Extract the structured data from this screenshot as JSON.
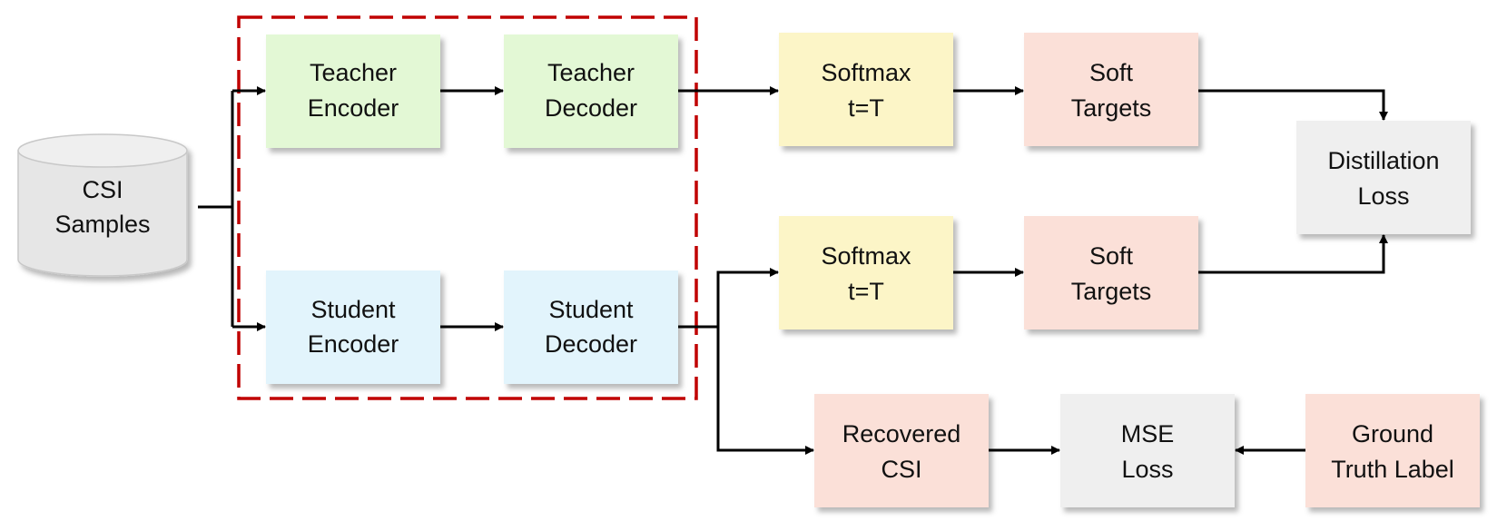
{
  "colors": {
    "teacher": "#e3f8d5",
    "student": "#e2f4fc",
    "softmax": "#fcf5c7",
    "target": "#fbe0d8",
    "loss": "#efefef",
    "cylinder": "#e6e6e6",
    "group_border": "#c00000"
  },
  "nodes": {
    "csi_samples": {
      "line1": "CSI",
      "line2": "Samples"
    },
    "teacher_encoder": {
      "line1": "Teacher",
      "line2": "Encoder"
    },
    "teacher_decoder": {
      "line1": "Teacher",
      "line2": "Decoder"
    },
    "student_encoder": {
      "line1": "Student",
      "line2": "Encoder"
    },
    "student_decoder": {
      "line1": "Student",
      "line2": "Decoder"
    },
    "softmax_top": {
      "line1": "Softmax",
      "line2": "t=T"
    },
    "softmax_bottom": {
      "line1": "Softmax",
      "line2": "t=T"
    },
    "soft_targets_top": {
      "line1": "Soft",
      "line2": "Targets"
    },
    "soft_targets_bottom": {
      "line1": "Soft",
      "line2": "Targets"
    },
    "distillation_loss": {
      "line1": "Distillation",
      "line2": "Loss"
    },
    "recovered_csi": {
      "line1": "Recovered",
      "line2": "CSI"
    },
    "mse_loss": {
      "line1": "MSE",
      "line2": "Loss"
    },
    "ground_truth_label": {
      "line1": "Ground",
      "line2": "Truth Label"
    }
  }
}
